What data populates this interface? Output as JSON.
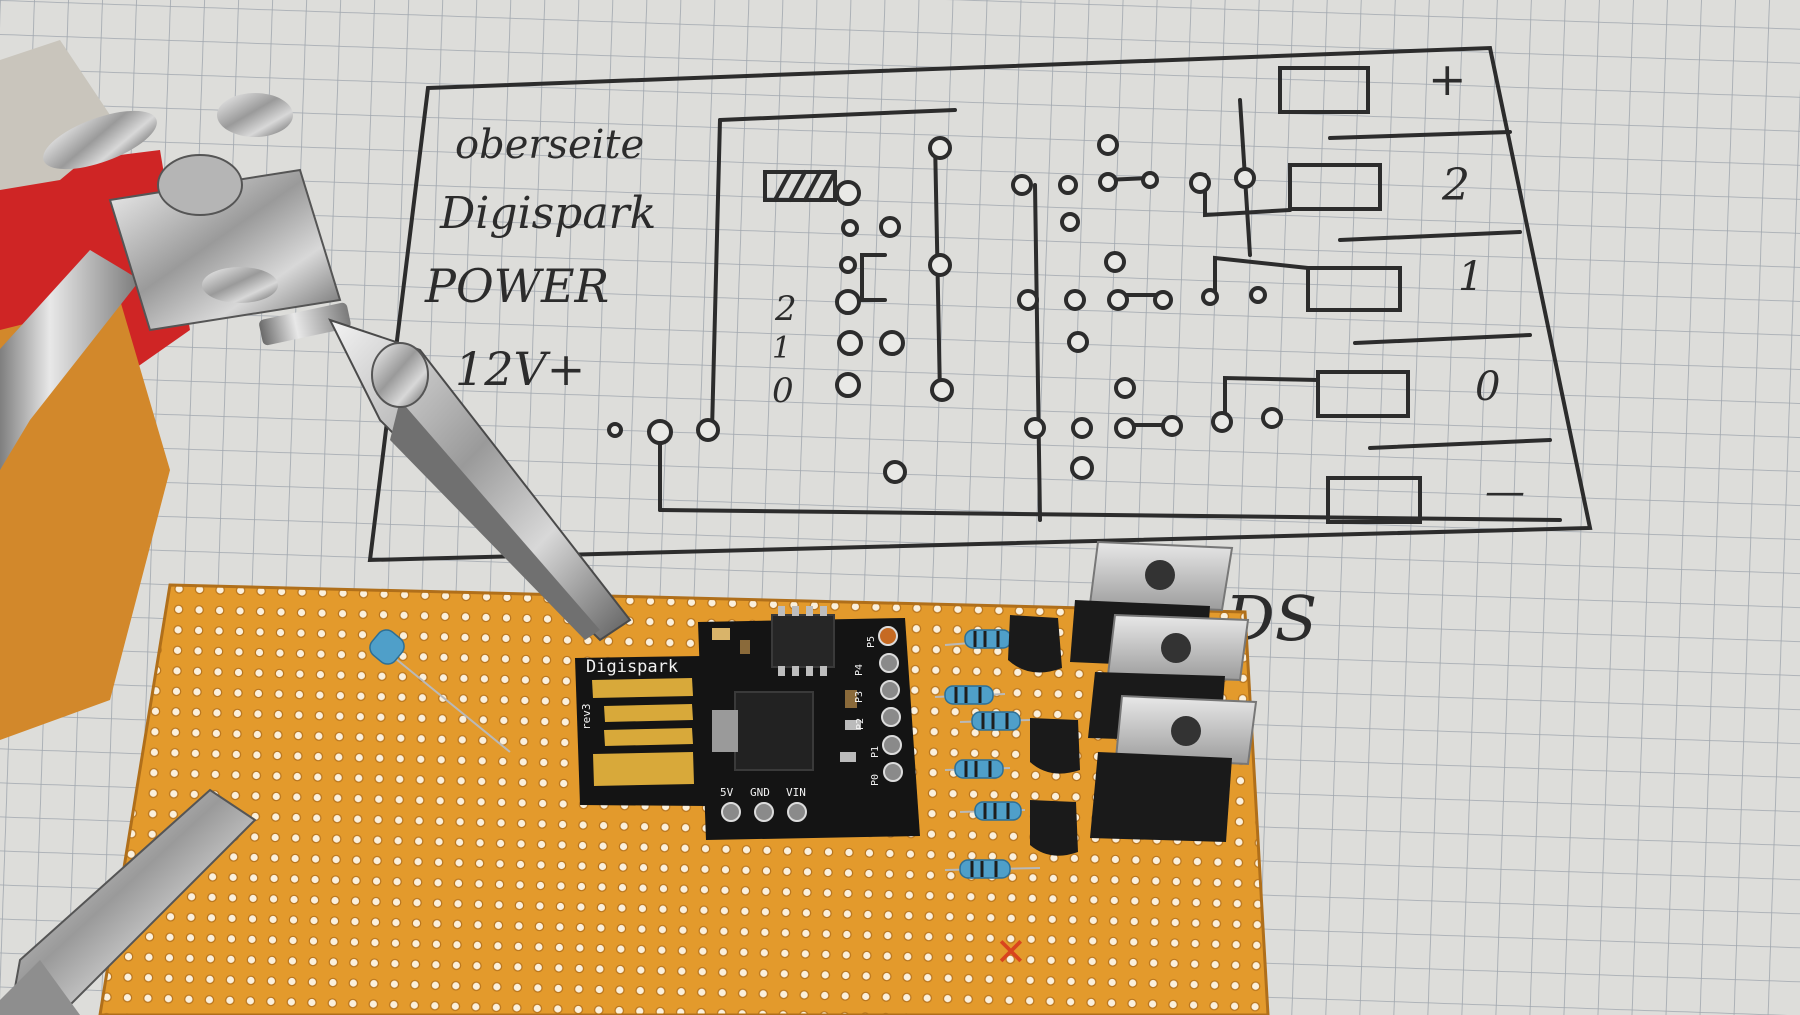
{
  "sketch": {
    "labels": [
      "oberseite",
      "Digispark",
      "POWER",
      "12V+"
    ],
    "pin_numbers_left": [
      "2",
      "1",
      "0"
    ],
    "channel_labels_right": [
      "+",
      "2",
      "1",
      "0",
      "—"
    ],
    "extra_letters": "DS"
  },
  "board": {
    "brand": "Digispark",
    "revision": "rev3",
    "pins_right": [
      "P5",
      "P4",
      "P3",
      "P2",
      "P1",
      "P0"
    ],
    "pins_bottom": [
      "5V",
      "GND",
      "VIN"
    ]
  },
  "colors": {
    "paper": "#e9e9e6",
    "grid": "#a9b0b8",
    "ink": "#2c2c2c",
    "perfboard": "#e39a2c",
    "digispark_pcb": "#141414",
    "gold_contact": "#d8a93a"
  }
}
